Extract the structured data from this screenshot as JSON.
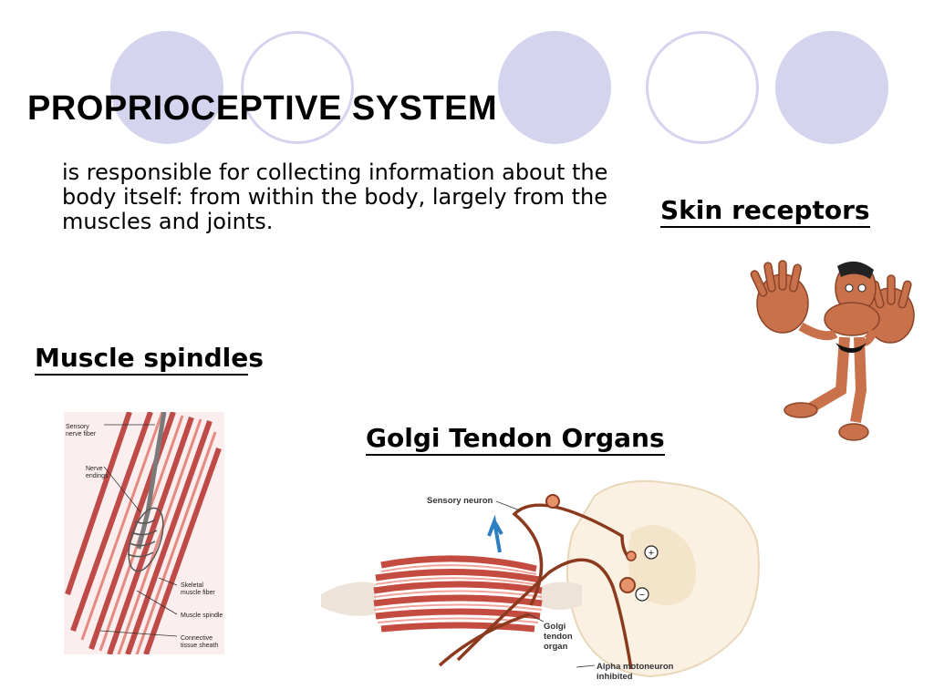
{
  "slide": {
    "title": "PROPRIOCEPTIVE SYSTEM",
    "description": "is responsible for collecting information about the body itself: from within the body, largely from the muscles and joints.",
    "headings": {
      "skin": "Skin receptors",
      "muscle_underlined": "Muscle spindle",
      "muscle_tail": "s",
      "golgi": "Golgi Tendon Organs"
    },
    "spindle_labels": {
      "sensory_1": "Sensory",
      "sensory_2": "nerve fiber",
      "nerve_1": "Nerve",
      "nerve_2": "endings",
      "skeletal_1": "Skeletal",
      "skeletal_2": "muscle fiber",
      "spindle": "Muscle spindle",
      "connective_1": "Connective",
      "connective_2": "tissue sheath"
    },
    "golgi_labels": {
      "sensory_neuron": "Sensory neuron",
      "organ_1": "Golgi",
      "organ_2": "tendon",
      "organ_3": "organ",
      "alpha_1": "Alpha motoneuron",
      "alpha_2": "inhibited",
      "plus": "+",
      "minus": "−"
    },
    "colors": {
      "circle": "#d4d4ee",
      "muscle": "#d95a4f",
      "nerve": "#8b3a1e"
    }
  }
}
